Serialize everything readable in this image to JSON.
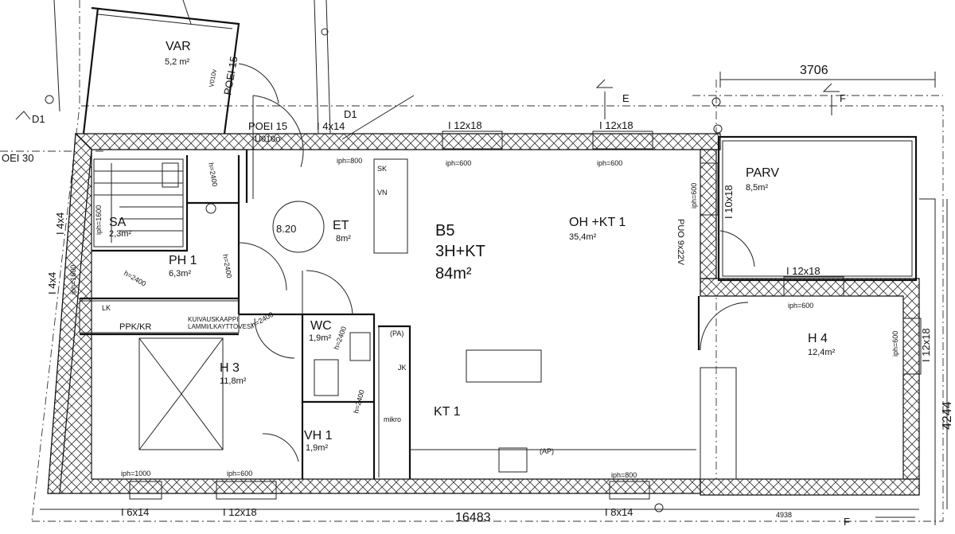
{
  "rooms": {
    "var_name": "VAR",
    "var_area": "5,2 m²",
    "sa_name": "SA",
    "sa_area": "2,3m²",
    "ph_name": "PH 1",
    "ph_area": "6,3m²",
    "et_name": "ET",
    "et_area": "8m²",
    "wc_name": "WC",
    "wc_area": "1,9m²",
    "h3_name": "H 3",
    "h3_area": "11,8m²",
    "vh_name": "VH 1",
    "vh_area": "1,9m²",
    "kt_name": "KT 1",
    "oh_name": "OH +KT 1",
    "oh_area": "35,4m²",
    "parv_name": "PARV",
    "parv_area": "8,5m²",
    "h4_name": "H 4",
    "h4_area": "12,4m²"
  },
  "apartment": {
    "code": "B5",
    "type": "3H+KT",
    "size": "84m²"
  },
  "circle_label": "8.20",
  "door_labels": {
    "poei15_top": "POEI 15",
    "v010v": "V010v",
    "poei15_main": "POEI 15",
    "u010o": "U010o",
    "oei30": "OEI 30",
    "d1_left": "D1",
    "d1_right": "D1"
  },
  "windows": {
    "w_top_small": "I 4x14",
    "w_top_1": "I 12x18",
    "w_top_2": "I 12x18",
    "w_right_side": "I 10x18",
    "w_parv_bottom": "I 12x18",
    "w_left_1": "I 4x4",
    "w_left_2": "I 4x4",
    "w_bottom_1": "I 6x14",
    "w_bottom_2": "I 12x18",
    "w_bottom_3": "I 8x14",
    "w_right_far": "I 12x18"
  },
  "iph": {
    "i1": "iph=800",
    "i2": "iph=600",
    "i3": "iph=600",
    "i4": "iph=600",
    "i5": "iph=600",
    "i6": "iph=600",
    "i7": "iph=1600",
    "i8": "iph=1000",
    "i9": "iph=600",
    "i10": "iph=800",
    "i11": "iph=1600"
  },
  "heights": {
    "h1": "h=2400",
    "h2": "h=2400",
    "h3": "h=2400",
    "h4": "h=2400",
    "h5": "h=2400",
    "h6": "h=2400"
  },
  "fixtures": {
    "sk": "SK",
    "vn": "VN",
    "lk": "LK",
    "ppk": "PPK/KR",
    "pa": "(PA)",
    "jk": "JK",
    "mikro": "mikro",
    "ap": "(AP)",
    "pu0": "PUO 9x22V",
    "f_top": "F",
    "f_bottom": "F",
    "e_top": "E",
    "appliance_note1": "KUIVAUSKAAPPI",
    "appliance_note2": "LAMMI/LKAYTTOVESI"
  },
  "dimensions": {
    "d3706": "3706",
    "d16483": "16483",
    "d4244": "4244",
    "d4938": "4938"
  }
}
